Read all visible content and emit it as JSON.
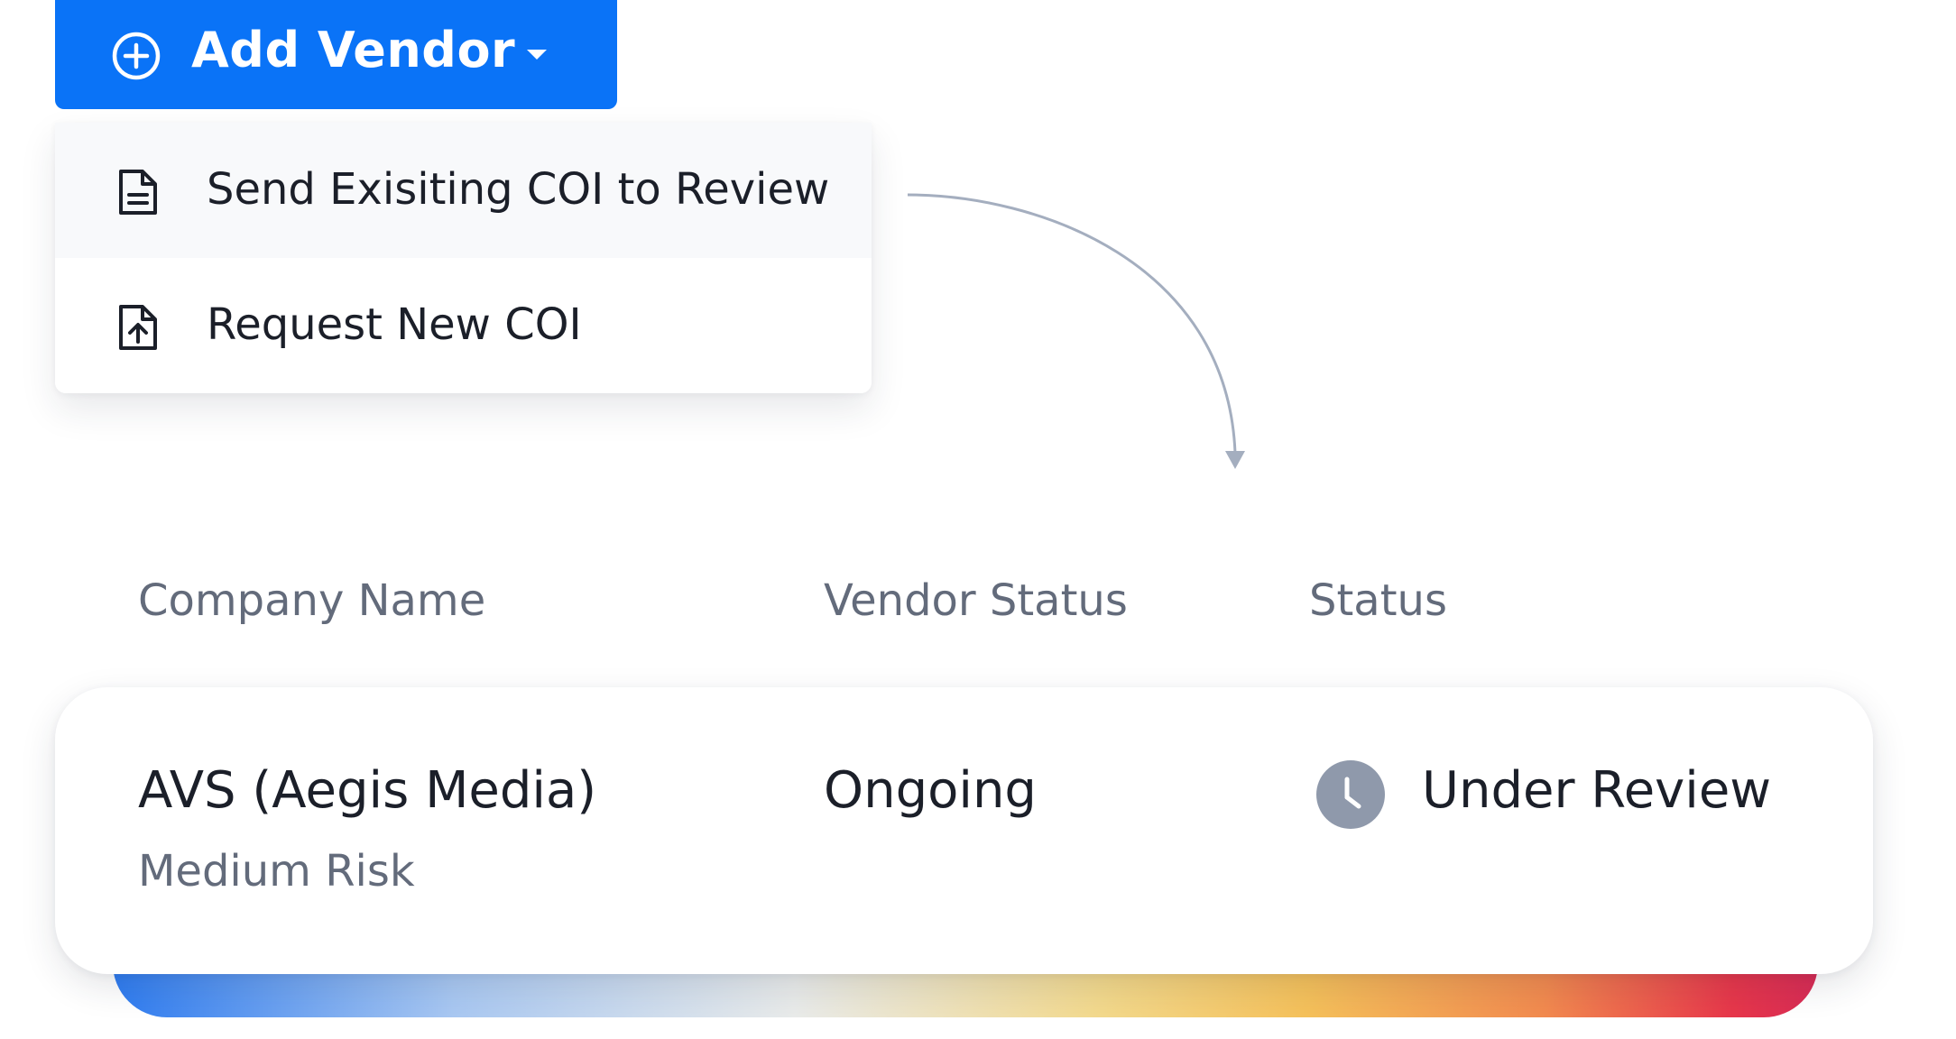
{
  "add_vendor": {
    "label": "Add Vendor",
    "icon": "plus-circle-icon",
    "caret_icon": "caret-down-icon",
    "background": "#0a73f7"
  },
  "menu": {
    "items": [
      {
        "label": "Send Exisiting COI to Review",
        "icon": "document-icon"
      },
      {
        "label": "Request New COI",
        "icon": "document-upload-icon"
      }
    ]
  },
  "table": {
    "headers": {
      "company": "Company Name",
      "vendor_status": "Vendor Status",
      "status": "Status"
    },
    "row": {
      "company_name": "AVS (Aegis Media)",
      "risk": "Medium Risk",
      "vendor_status": "Ongoing",
      "status": "Under Review",
      "status_icon": "clock-icon"
    }
  },
  "colors": {
    "accent": "#0a73f7",
    "muted_text": "#636b7b",
    "primary_text": "#1b1f29",
    "status_icon": "#8f99ab",
    "connector": "#a4aebf"
  }
}
